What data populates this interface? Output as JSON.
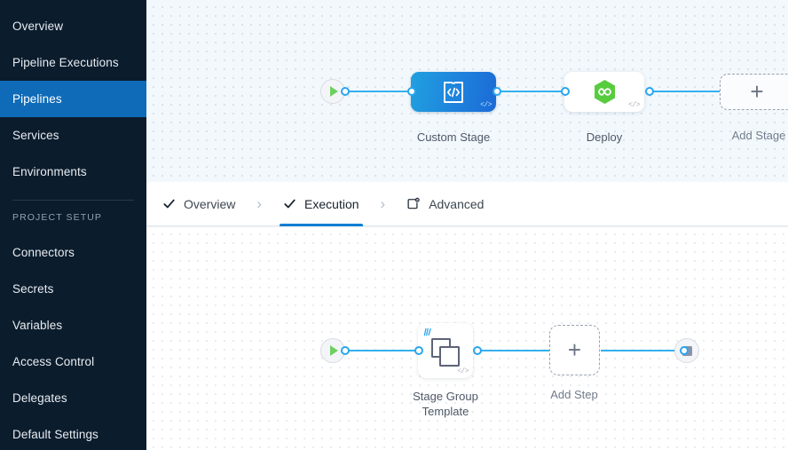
{
  "sidebar": {
    "items": [
      {
        "label": "Overview",
        "name": "sidebar-item-overview",
        "active": false
      },
      {
        "label": "Pipeline Executions",
        "name": "sidebar-item-pipeline-executions",
        "active": false
      },
      {
        "label": "Pipelines",
        "name": "sidebar-item-pipelines",
        "active": true
      },
      {
        "label": "Services",
        "name": "sidebar-item-services",
        "active": false
      },
      {
        "label": "Environments",
        "name": "sidebar-item-environments",
        "active": false
      }
    ],
    "section_label": "PROJECT SETUP",
    "setup_items": [
      {
        "label": "Connectors",
        "name": "sidebar-item-connectors"
      },
      {
        "label": "Secrets",
        "name": "sidebar-item-secrets"
      },
      {
        "label": "Variables",
        "name": "sidebar-item-variables"
      },
      {
        "label": "Access Control",
        "name": "sidebar-item-access-control"
      },
      {
        "label": "Delegates",
        "name": "sidebar-item-delegates"
      },
      {
        "label": "Default Settings",
        "name": "sidebar-item-default-settings"
      }
    ],
    "colors": {
      "background": "#0b1c2d",
      "active_background": "#0f6bb8",
      "text": "#e8ecf0"
    }
  },
  "tabs": {
    "items": [
      {
        "label": "Overview",
        "icon": "check-icon",
        "active": false
      },
      {
        "label": "Execution",
        "icon": "check-icon",
        "active": true
      },
      {
        "label": "Advanced",
        "icon": "advanced-gear-box-icon",
        "active": false
      }
    ],
    "separator": "›",
    "active_underline_color": "#0b7fd4"
  },
  "stage_canvas": {
    "start_node": {
      "icon": "play-icon",
      "label": ""
    },
    "stages": [
      {
        "label": "Custom Stage",
        "type": "custom",
        "icon": "custom-stage-template-icon",
        "badge": "</>",
        "selected": true
      },
      {
        "label": "Deploy",
        "type": "deploy",
        "icon": "harness-cd-hexagon-icon",
        "badge": "</>",
        "selected": false
      },
      {
        "label": "Add Stage",
        "type": "add",
        "icon": "plus-icon",
        "badge": "",
        "selected": false
      }
    ],
    "end_node": {
      "icon": "stop-icon"
    },
    "colors": {
      "background": "#f2f8fc",
      "edge": "#35b0f0",
      "custom_stage_from": "#21a0e0",
      "custom_stage_to": "#1c6ad6",
      "deploy_hexagon": "#57cc3f"
    }
  },
  "step_canvas": {
    "start_node": {
      "icon": "play-icon"
    },
    "steps": [
      {
        "label": "Stage Group Template",
        "label_line1": "Stage Group",
        "label_line2": "Template",
        "type": "template",
        "icon": "stacked-squares-icon",
        "badge": "</>"
      },
      {
        "label": "Add Step",
        "type": "add",
        "icon": "plus-icon",
        "badge": ""
      }
    ],
    "end_node": {
      "icon": "stop-icon"
    },
    "colors": {
      "background": "#ffffff",
      "edge": "#35b0f0"
    }
  }
}
